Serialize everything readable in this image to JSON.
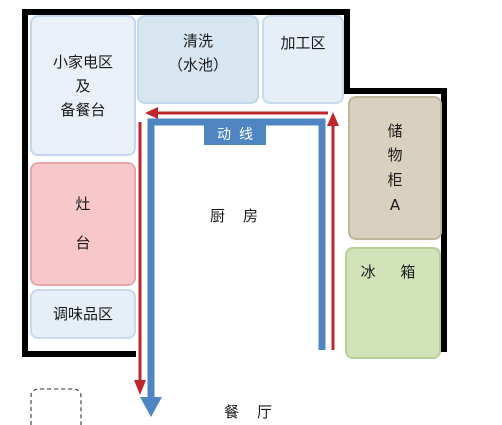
{
  "zones": {
    "appliance": "小家电区\n及\n备餐台",
    "sink_title": "清洗",
    "sink_sub": "（水池）",
    "prep": "加工区",
    "stove": "灶\n台",
    "seasoning": "调味品区",
    "cabinet": "储\n物\n柜\nA",
    "fridge": "冰 箱"
  },
  "labels": {
    "flow": "动线",
    "kitchen": "厨房",
    "dining": "餐厅"
  },
  "colors": {
    "wall": "#000000",
    "flow_arrow_blue": "#4f85c2",
    "flow_arrow_red": "#c0272d"
  }
}
